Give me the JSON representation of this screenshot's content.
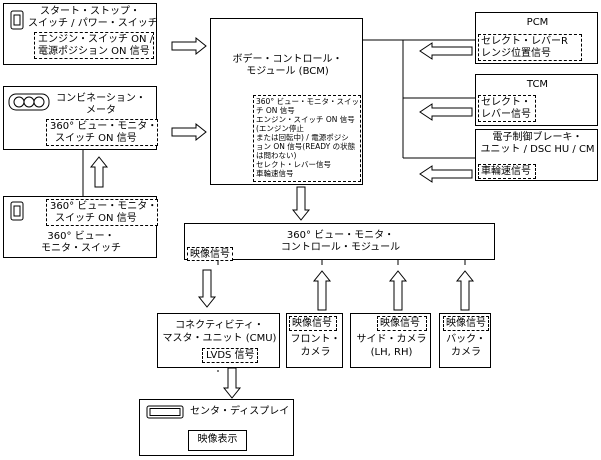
{
  "start_stop": {
    "title1": "スタート・ストップ・",
    "title2": "スイッチ / パワー・スイッチ",
    "sig1": "エンジン・スイッチ ON /",
    "sig2": "電源ポジション ON 信号"
  },
  "combi": {
    "title1": "コンビネーション・",
    "title2": "メータ",
    "sig1": "360° ビュー・モニタ・",
    "sig2": "スイッチ ON 信号"
  },
  "svm_switch": {
    "sig1": "360° ビュー・モニタ・",
    "sig2": "スイッチ ON 信号",
    "title1": "360° ビュー・",
    "title2": "モニタ・スイッチ"
  },
  "bcm": {
    "title1": "ボデー・コントロール・",
    "title2": "モジュール (BCM)",
    "lines": [
      "360° ビュー・モニタ・スイッ",
      "チ ON 信号",
      "エンジン・スイッチ ON 信号",
      "(エンジン停止",
      "または回転中) / 電源ポジシ",
      "ョン ON 信号(READY の状態",
      "は問わない)",
      "セレクト・レバー信号",
      "車輪速信号"
    ]
  },
  "pcm": {
    "title": "PCM",
    "sig1": "セレクト・レバーR",
    "sig2": "レンジ位置信号"
  },
  "tcm": {
    "title": "TCM",
    "sig1": "セレクト・",
    "sig2": "レバー信号"
  },
  "brake": {
    "title1": "電子制御ブレーキ・",
    "title2": "ユニット / DSC HU / CM",
    "sig": "車輪速信号"
  },
  "svm_module": {
    "title1": "360° ビュー・モニタ・",
    "title2": "コントロール・モジュール",
    "sig": "映像信号"
  },
  "cmu": {
    "title1": "コネクティビティ・",
    "title2": "マスタ・ユニット (CMU)",
    "sig": "LVDS 信号"
  },
  "front_cam": {
    "sig": "映像信号",
    "title1": "フロント・",
    "title2": "カメラ"
  },
  "side_cam": {
    "sig": "映像信号",
    "title1": "サイド・カメラ",
    "title2": "(LH, RH)"
  },
  "back_cam": {
    "sig": "映像信号",
    "title1": "バック・",
    "title2": "カメラ"
  },
  "display": {
    "title": "センタ・ディスプレイ",
    "content": "映像表示"
  }
}
